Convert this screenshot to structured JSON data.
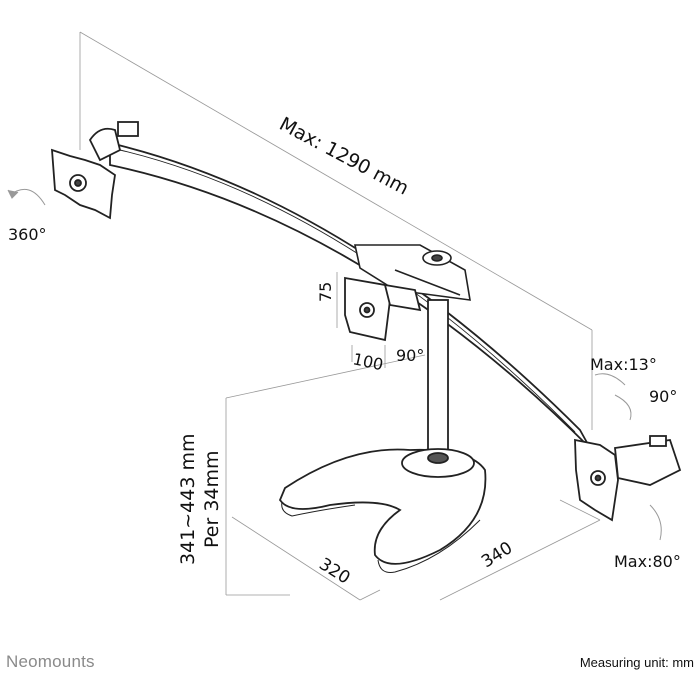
{
  "brand": "Neomounts",
  "measuring_unit": "Measuring unit: mm",
  "dimensions": {
    "max_width": "Max: 1290 mm",
    "height_range": "341~443 mm",
    "height_step": "Per 34mm",
    "vesa_height": "75",
    "vesa_width": "100",
    "base_depth": "320",
    "base_width": "340"
  },
  "angles": {
    "rotation": "360°",
    "tilt_center": "90°",
    "tilt_up": "Max:13°",
    "swivel": "90°",
    "tilt_down": "Max:80°"
  }
}
